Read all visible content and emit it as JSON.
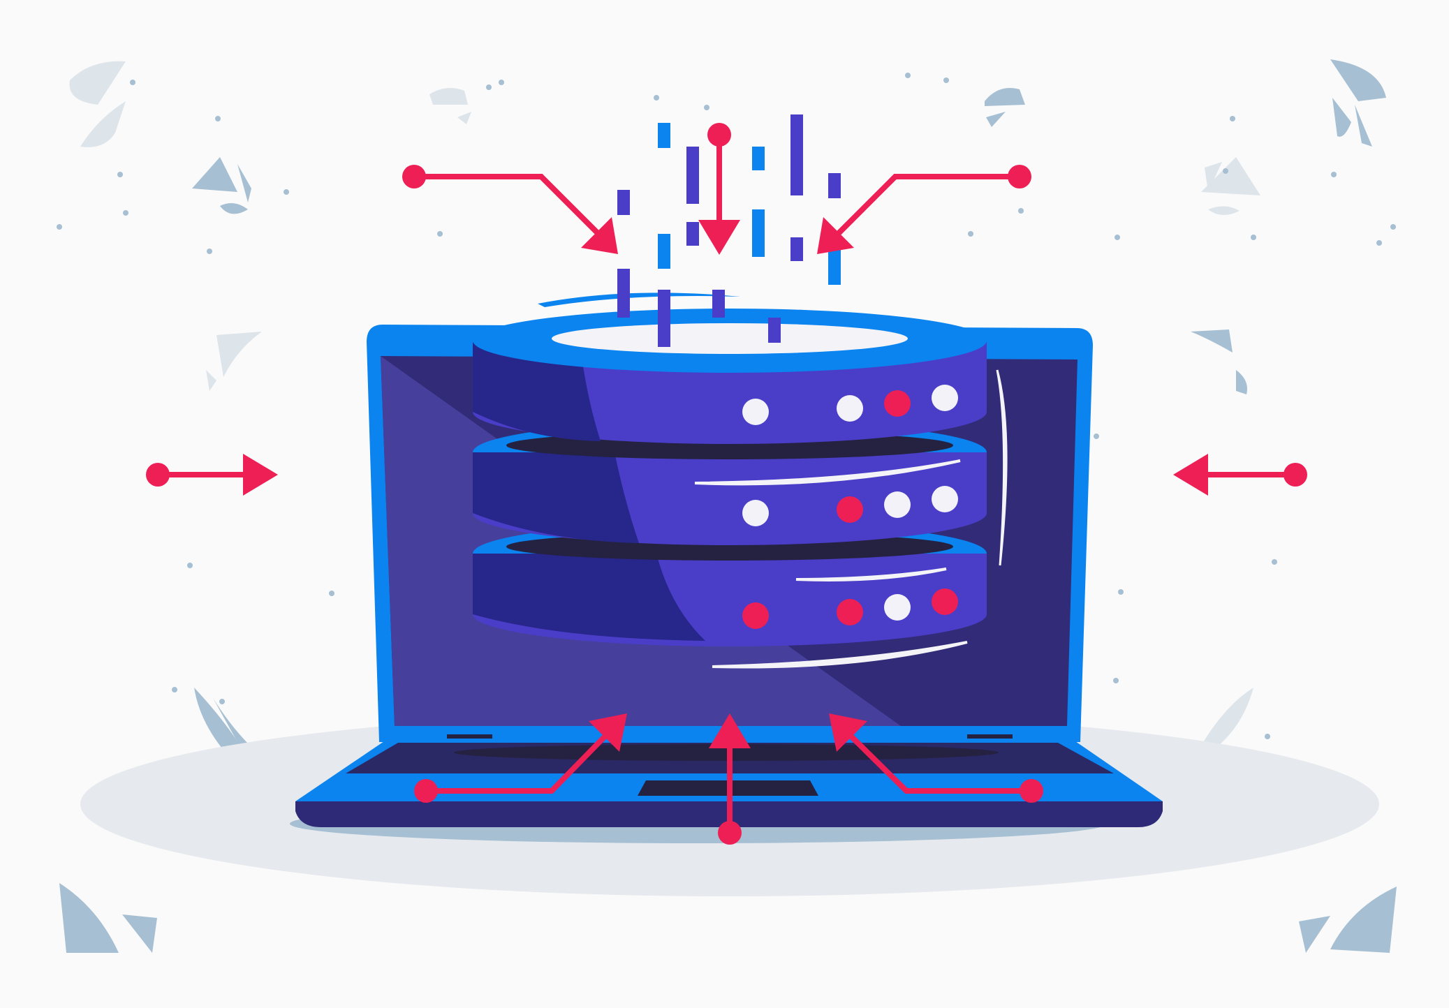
{
  "colors": {
    "background": "#fafafa",
    "shadow_light": "#e6e9ed",
    "shadow_dark": "#a6bfd2",
    "leaf": "#a6bfd2",
    "leaf_light": "#dde4ea",
    "laptop_frame": "#0b84f0",
    "laptop_base": "#2f2a78",
    "laptop_keyboard": "#2b2866",
    "screen": "#322b78",
    "screen_glare": "#473f9c",
    "server_body": "#4a3ec8",
    "server_shade": "#27268a",
    "server_ring": "#0b84f0",
    "server_top": "#f4f4f8",
    "gap": "#242141",
    "led_on": "#f2f2f8",
    "led_alert": "#ee1f55",
    "arrow": "#ee1f55",
    "bit_blue": "#0b84f0",
    "bit_purple": "#4a3ec8"
  },
  "icons": {
    "laptop": "laptop-icon",
    "server": "database-server-icon",
    "arrow": "arrow-icon",
    "data_bits": "data-stream-icon"
  },
  "server": {
    "tiers": [
      {
        "leds": [
          "on",
          "on",
          "alert",
          "on"
        ]
      },
      {
        "leds": [
          "on",
          "alert",
          "on",
          "on"
        ]
      },
      {
        "leds": [
          "alert",
          "alert",
          "on",
          "alert"
        ]
      }
    ]
  }
}
